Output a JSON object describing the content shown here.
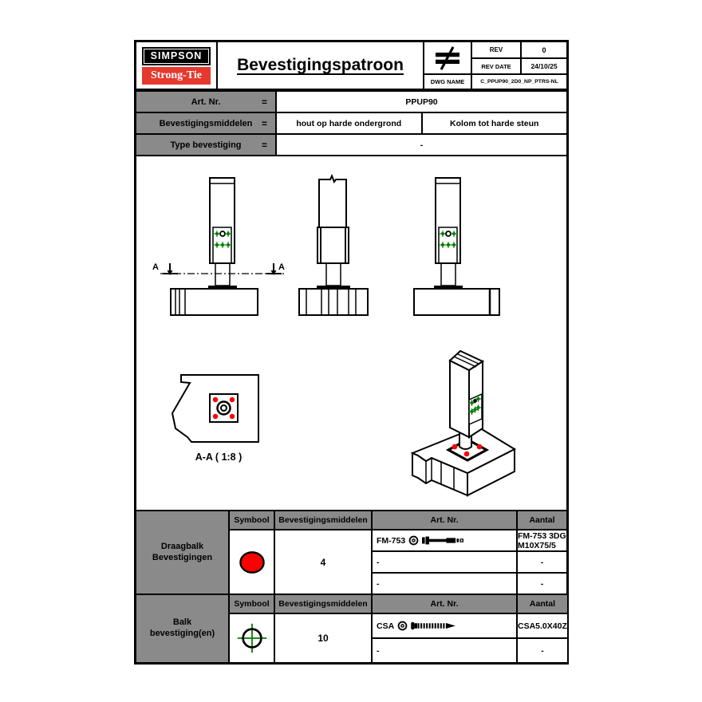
{
  "header": {
    "logo_line1": "SIMPSON",
    "logo_line2": "Strong-Tie",
    "title": "Bevestigingspatroon",
    "projection_symbol": "not-equal-icon",
    "rev_label": "REV",
    "rev_value": "0",
    "rev_date_label": "REV DATE",
    "rev_date_value": "24/10/25",
    "dwg_label": "DWG NAME",
    "dwg_value": "C_PPUP90_2D0_NP_PTRS-NL"
  },
  "info": {
    "rows": [
      {
        "label": "Art. Nr.",
        "eq": "=",
        "values": [
          "PPUP90"
        ]
      },
      {
        "label": "Bevestigingsmiddelen",
        "eq": "=",
        "values": [
          "hout op harde ondergrond",
          "Kolom tot harde steun"
        ]
      },
      {
        "label": "Type bevestiging",
        "eq": "=",
        "values": [
          "-"
        ]
      }
    ]
  },
  "drawing": {
    "section_marker": "A",
    "section_label": "A-A ( 1:8 )"
  },
  "tables": [
    {
      "title_lines": [
        "Draagbalk",
        "Bevestigingen"
      ],
      "headers": {
        "symbol": "Symbool",
        "fastener": "Bevestigingsmiddelen",
        "art": "Art. Nr.",
        "qty": "Aantal"
      },
      "symbol": "red-circle",
      "rows": [
        {
          "fastener": "FM-753",
          "art": "FM-753 3DG M10X75/5"
        },
        {
          "fastener": "-",
          "art": "-"
        },
        {
          "fastener": "-",
          "art": "-"
        }
      ],
      "qty": "4"
    },
    {
      "title_lines": [
        "Balk",
        "bevestiging(en)"
      ],
      "headers": {
        "symbol": "Symbool",
        "fastener": "Bevestigingsmiddelen",
        "art": "Art. Nr.",
        "qty": "Aantal"
      },
      "symbol": "crosshair-circle",
      "rows": [
        {
          "fastener": "CSA",
          "art": "CSA5.0X40Z"
        },
        {
          "fastener": "-",
          "art": "-"
        }
      ],
      "qty": "10"
    }
  ],
  "colors": {
    "table_gray": "#8a8a8a",
    "logo_red": "#e5392e",
    "symbol_red": "#ff0000",
    "fastener_green": "#008000"
  }
}
